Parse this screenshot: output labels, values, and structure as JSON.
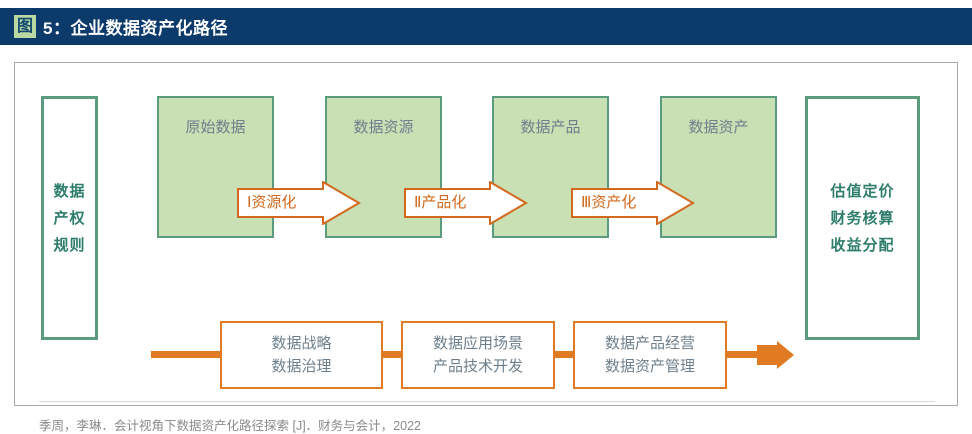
{
  "title": {
    "badge": "图",
    "text": "5：企业数据资产化路径"
  },
  "left_box": {
    "lines": [
      "数据",
      "产权",
      "规则"
    ]
  },
  "right_box": {
    "lines": [
      "估值定价",
      "财务核算",
      "收益分配"
    ]
  },
  "stages": [
    {
      "label": "原始数据"
    },
    {
      "label": "数据资源"
    },
    {
      "label": "数据产品"
    },
    {
      "label": "数据资产"
    }
  ],
  "arrows": [
    {
      "label": "Ⅰ资源化"
    },
    {
      "label": "Ⅱ产品化"
    },
    {
      "label": "Ⅲ资产化"
    }
  ],
  "activities": [
    {
      "lines": [
        "数据战略",
        "数据治理"
      ]
    },
    {
      "lines": [
        "数据应用场景",
        "产品技术开发"
      ]
    },
    {
      "lines": [
        "数据产品经营",
        "数据资产管理"
      ]
    }
  ],
  "footer": {
    "source": "季周，李琳．会计视角下数据资产化路径探索 [J]．财务与会计，2022"
  },
  "colors": {
    "header_bg": "#0b3a6b",
    "badge_bg": "#b9d9a3",
    "green_fill": "#c9e0b4",
    "green_border": "#5b9c7f",
    "orange": "#e07b24",
    "arrow_outline": "#d2691e",
    "body_text": "#6d7f8c"
  }
}
